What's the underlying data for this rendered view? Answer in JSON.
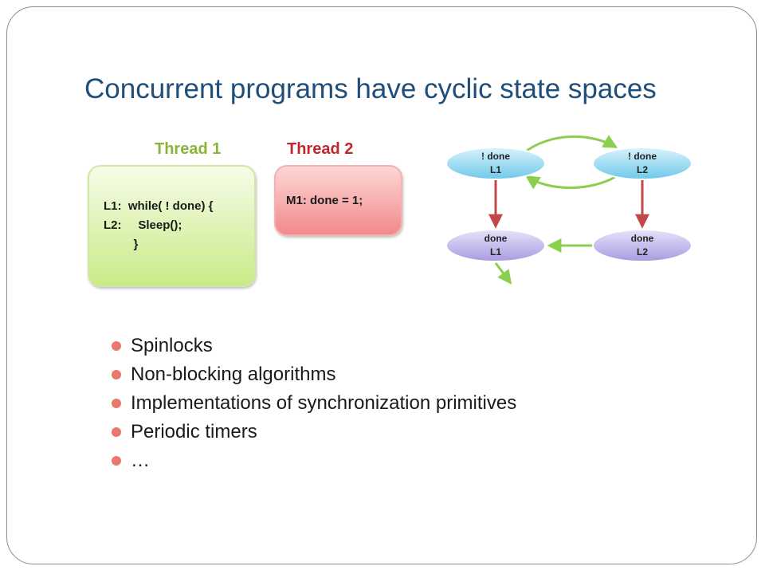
{
  "slide": {
    "title": "Concurrent programs have cyclic state spaces"
  },
  "threads": [
    {
      "label": "Thread 1",
      "code": "L1:  while( ! done) {\nL2:     Sleep();\n         }"
    },
    {
      "label": "Thread 2",
      "code": "M1: done = 1;"
    }
  ],
  "state_graph": {
    "nodes": [
      {
        "id": "n1",
        "line1": "! done",
        "line2": "L1"
      },
      {
        "id": "n2",
        "line1": "! done",
        "line2": "L2"
      },
      {
        "id": "n3",
        "line1": "done",
        "line2": "L1"
      },
      {
        "id": "n4",
        "line1": "done",
        "line2": "L2"
      }
    ],
    "colors": {
      "not_done_node": "#6ec9ea",
      "done_node": "#a89be0",
      "loop_edge": "#8ccf4e",
      "thread2_edge": "#c0474a"
    }
  },
  "bullets": [
    "Spinlocks",
    "Non-blocking algorithms",
    "Implementations of synchronization primitives",
    "Periodic timers",
    "…"
  ],
  "colors": {
    "title": "#1f4e79",
    "bullet": "#e8786b"
  }
}
